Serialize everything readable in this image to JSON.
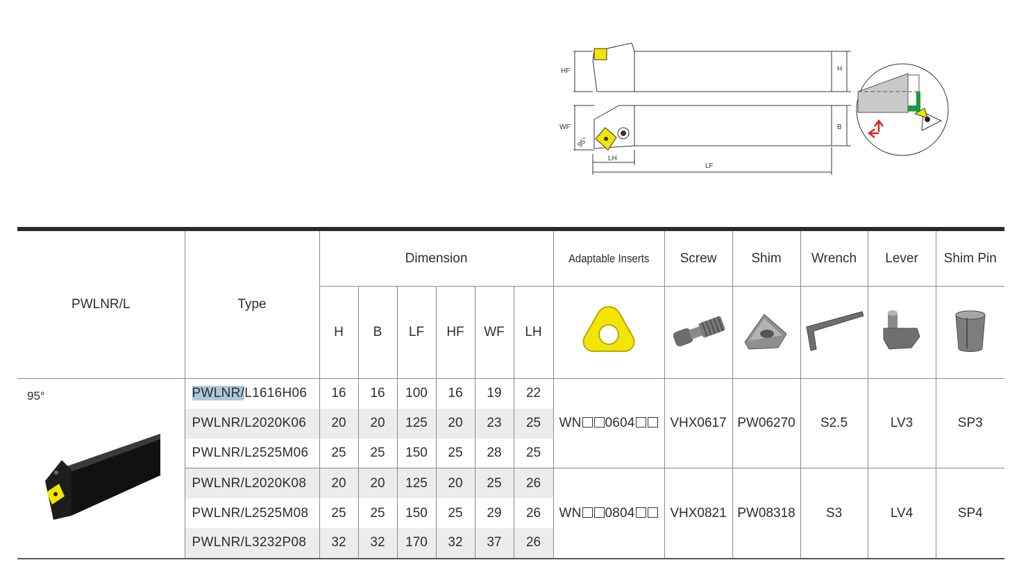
{
  "drawing": {
    "labels": {
      "hf": "HF",
      "h": "H",
      "wf": "WF",
      "b": "B",
      "lh": "LH",
      "lf": "LF",
      "angle": "95°"
    }
  },
  "table": {
    "series": "PWLNR/L",
    "type_header": "Type",
    "dimension_header": "Dimension",
    "dim_columns": [
      "H",
      "B",
      "LF",
      "HF",
      "WF",
      "LH"
    ],
    "accessory_headers": {
      "inserts": "Adaptable Inserts",
      "screw": "Screw",
      "shim": "Shim",
      "wrench": "Wrench",
      "lever": "Lever",
      "shim_pin": "Shim Pin"
    },
    "angle": "95°",
    "rows": [
      {
        "type_prefix": "PWLNR/",
        "type_rest": "L1616H06",
        "h": "16",
        "b": "16",
        "lf": "100",
        "hf": "16",
        "wf": "19",
        "lh": "22"
      },
      {
        "type_prefix": "",
        "type_rest": "PWLNR/L2020K06",
        "h": "20",
        "b": "20",
        "lf": "125",
        "hf": "20",
        "wf": "23",
        "lh": "25"
      },
      {
        "type_prefix": "",
        "type_rest": "PWLNR/L2525M06",
        "h": "25",
        "b": "25",
        "lf": "150",
        "hf": "25",
        "wf": "28",
        "lh": "25"
      },
      {
        "type_prefix": "",
        "type_rest": "PWLNR/L2020K08",
        "h": "20",
        "b": "20",
        "lf": "125",
        "hf": "20",
        "wf": "25",
        "lh": "26"
      },
      {
        "type_prefix": "",
        "type_rest": "PWLNR/L2525M08",
        "h": "25",
        "b": "25",
        "lf": "150",
        "hf": "25",
        "wf": "29",
        "lh": "26"
      },
      {
        "type_prefix": "",
        "type_rest": "PWLNR/L3232P08",
        "h": "32",
        "b": "32",
        "lf": "170",
        "hf": "32",
        "wf": "37",
        "lh": "26"
      }
    ],
    "groups": [
      {
        "insert_prefix": "WN",
        "insert_mid": "0604",
        "screw": "VHX0617",
        "shim": "PW06270",
        "wrench": "S2.5",
        "lever": "LV3",
        "shim_pin": "SP3"
      },
      {
        "insert_prefix": "WN",
        "insert_mid": "0804",
        "screw": "VHX0821",
        "shim": "PW08318",
        "wrench": "S3",
        "lever": "LV4",
        "shim_pin": "SP4"
      }
    ]
  },
  "colors": {
    "insert_yellow": "#f2e600",
    "highlight": "#a9c8de",
    "shim_green": "#1a9a3a",
    "arrow_red": "#d9261c"
  }
}
